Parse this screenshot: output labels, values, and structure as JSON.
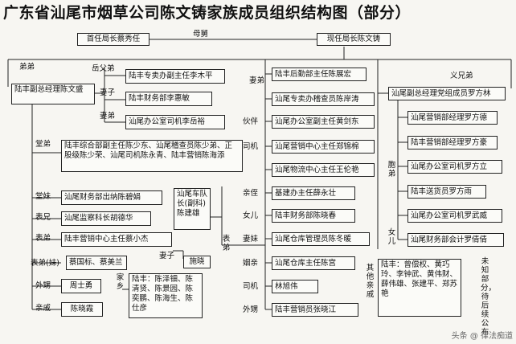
{
  "title": "广东省汕尾市烟草公司陈文铸家族成员组织结构图（部分）",
  "top": {
    "relation": "母舅",
    "former_director": "首任局长蔡秀任",
    "current_director": "现任局长陈文铸"
  },
  "left": {
    "brother_label": "弟弟",
    "brother_box": "陆丰副总经理陈文盛",
    "father_in_law_label": "岳父弟",
    "father_in_law_box": "陆丰专卖办副主任李木平",
    "wife_label": "妻子",
    "wife_box": "陆丰财务部李惠敏",
    "wife_brother_label": "妻弟",
    "wife_brother_box": "汕尾办公室司机李岳裕",
    "cousin_label": "堂弟",
    "cousin_box": "陆丰综合部副主任陈少东、汕尾稽查员陈少弟、正股级陈少荣、汕尾司机陈永青、陆丰营销陈海添",
    "cousin_sister_label": "堂妹",
    "cousin_sister_box": "汕尾财务部出纳陈碧娟",
    "cousin_bro2_label": "表兄",
    "cousin_bro2_box": "汕尾监察科长胡德华",
    "cousin_bro3_label": "表弟",
    "cousin_bro3_box": "陆丰营销中心主任蔡小杰",
    "wife2_label": "妻子",
    "wife2_box": "施晓",
    "sister_label": "表弟(妹)",
    "sister_box": "蔡国标、蔡美兰",
    "nephew_label": "外甥",
    "nephew_box": "周士勇",
    "relative_label": "亲戚",
    "relative_box": "陈晓霞",
    "fleet_box": "汕尾车队长(副科)陈建雄",
    "fleet_label": "表弟",
    "family_box": "陆丰：陈泽钿、陈清贤、陈景园、陈奕鹏、陈海生、陈仕彦",
    "family_label": "家乡"
  },
  "middle": {
    "items": [
      {
        "label": "",
        "box": "陆丰后勤部主任陈展宏"
      },
      {
        "label": "妻弟",
        "box": "汕尾专卖办稽查员陈岸涛"
      },
      {
        "label": "伙伴",
        "box": "汕尾办公室副主任黄剑东"
      },
      {
        "label": "司机",
        "box": "汕尾营销中心主任郑锦棉"
      },
      {
        "label": "",
        "box": "汕尾物流中心主任王伦艳"
      },
      {
        "label": "亲侄",
        "box": "基建办主任薛永壮"
      },
      {
        "label": "女儿",
        "box": "陆丰财务部陈晓春"
      },
      {
        "label": "妻妹",
        "box": "汕尾仓库管理员陈冬暖"
      },
      {
        "label": "姻亲",
        "box": "汕尾仓库主任陈宫"
      },
      {
        "label": "司机",
        "box": "林旭伟"
      },
      {
        "label": "外甥",
        "box": "陆丰营销员张晓江"
      }
    ]
  },
  "right": {
    "relation": "义兄弟",
    "party_box": "汕尾副总经理党组成员罗方林",
    "items": [
      {
        "box": "汕尾营销部经理罗方德"
      },
      {
        "box": "陆丰营销部经理罗方豪"
      },
      {
        "box": "汕尾办公室司机罗方立"
      },
      {
        "box": "陆丰送货员罗方雨"
      },
      {
        "box": "汕尾办公室司机罗武威"
      },
      {
        "box": "汕尾财务部会计罗倩倩"
      }
    ],
    "nephew_label": "胞弟",
    "daughter_label": "女儿",
    "other_label": "其他亲戚",
    "other_box": "陆丰：曾偿权、黄巧玲、李钟武、黄伟财、薛伟雄、张建平、郑苏艳",
    "unknown_label": "未知部分，待后续公布",
    "note": "头条 @ 律法痴道"
  },
  "colors": {
    "line": "#222222",
    "box_border": "#222222",
    "background": "#f7f6f2"
  }
}
